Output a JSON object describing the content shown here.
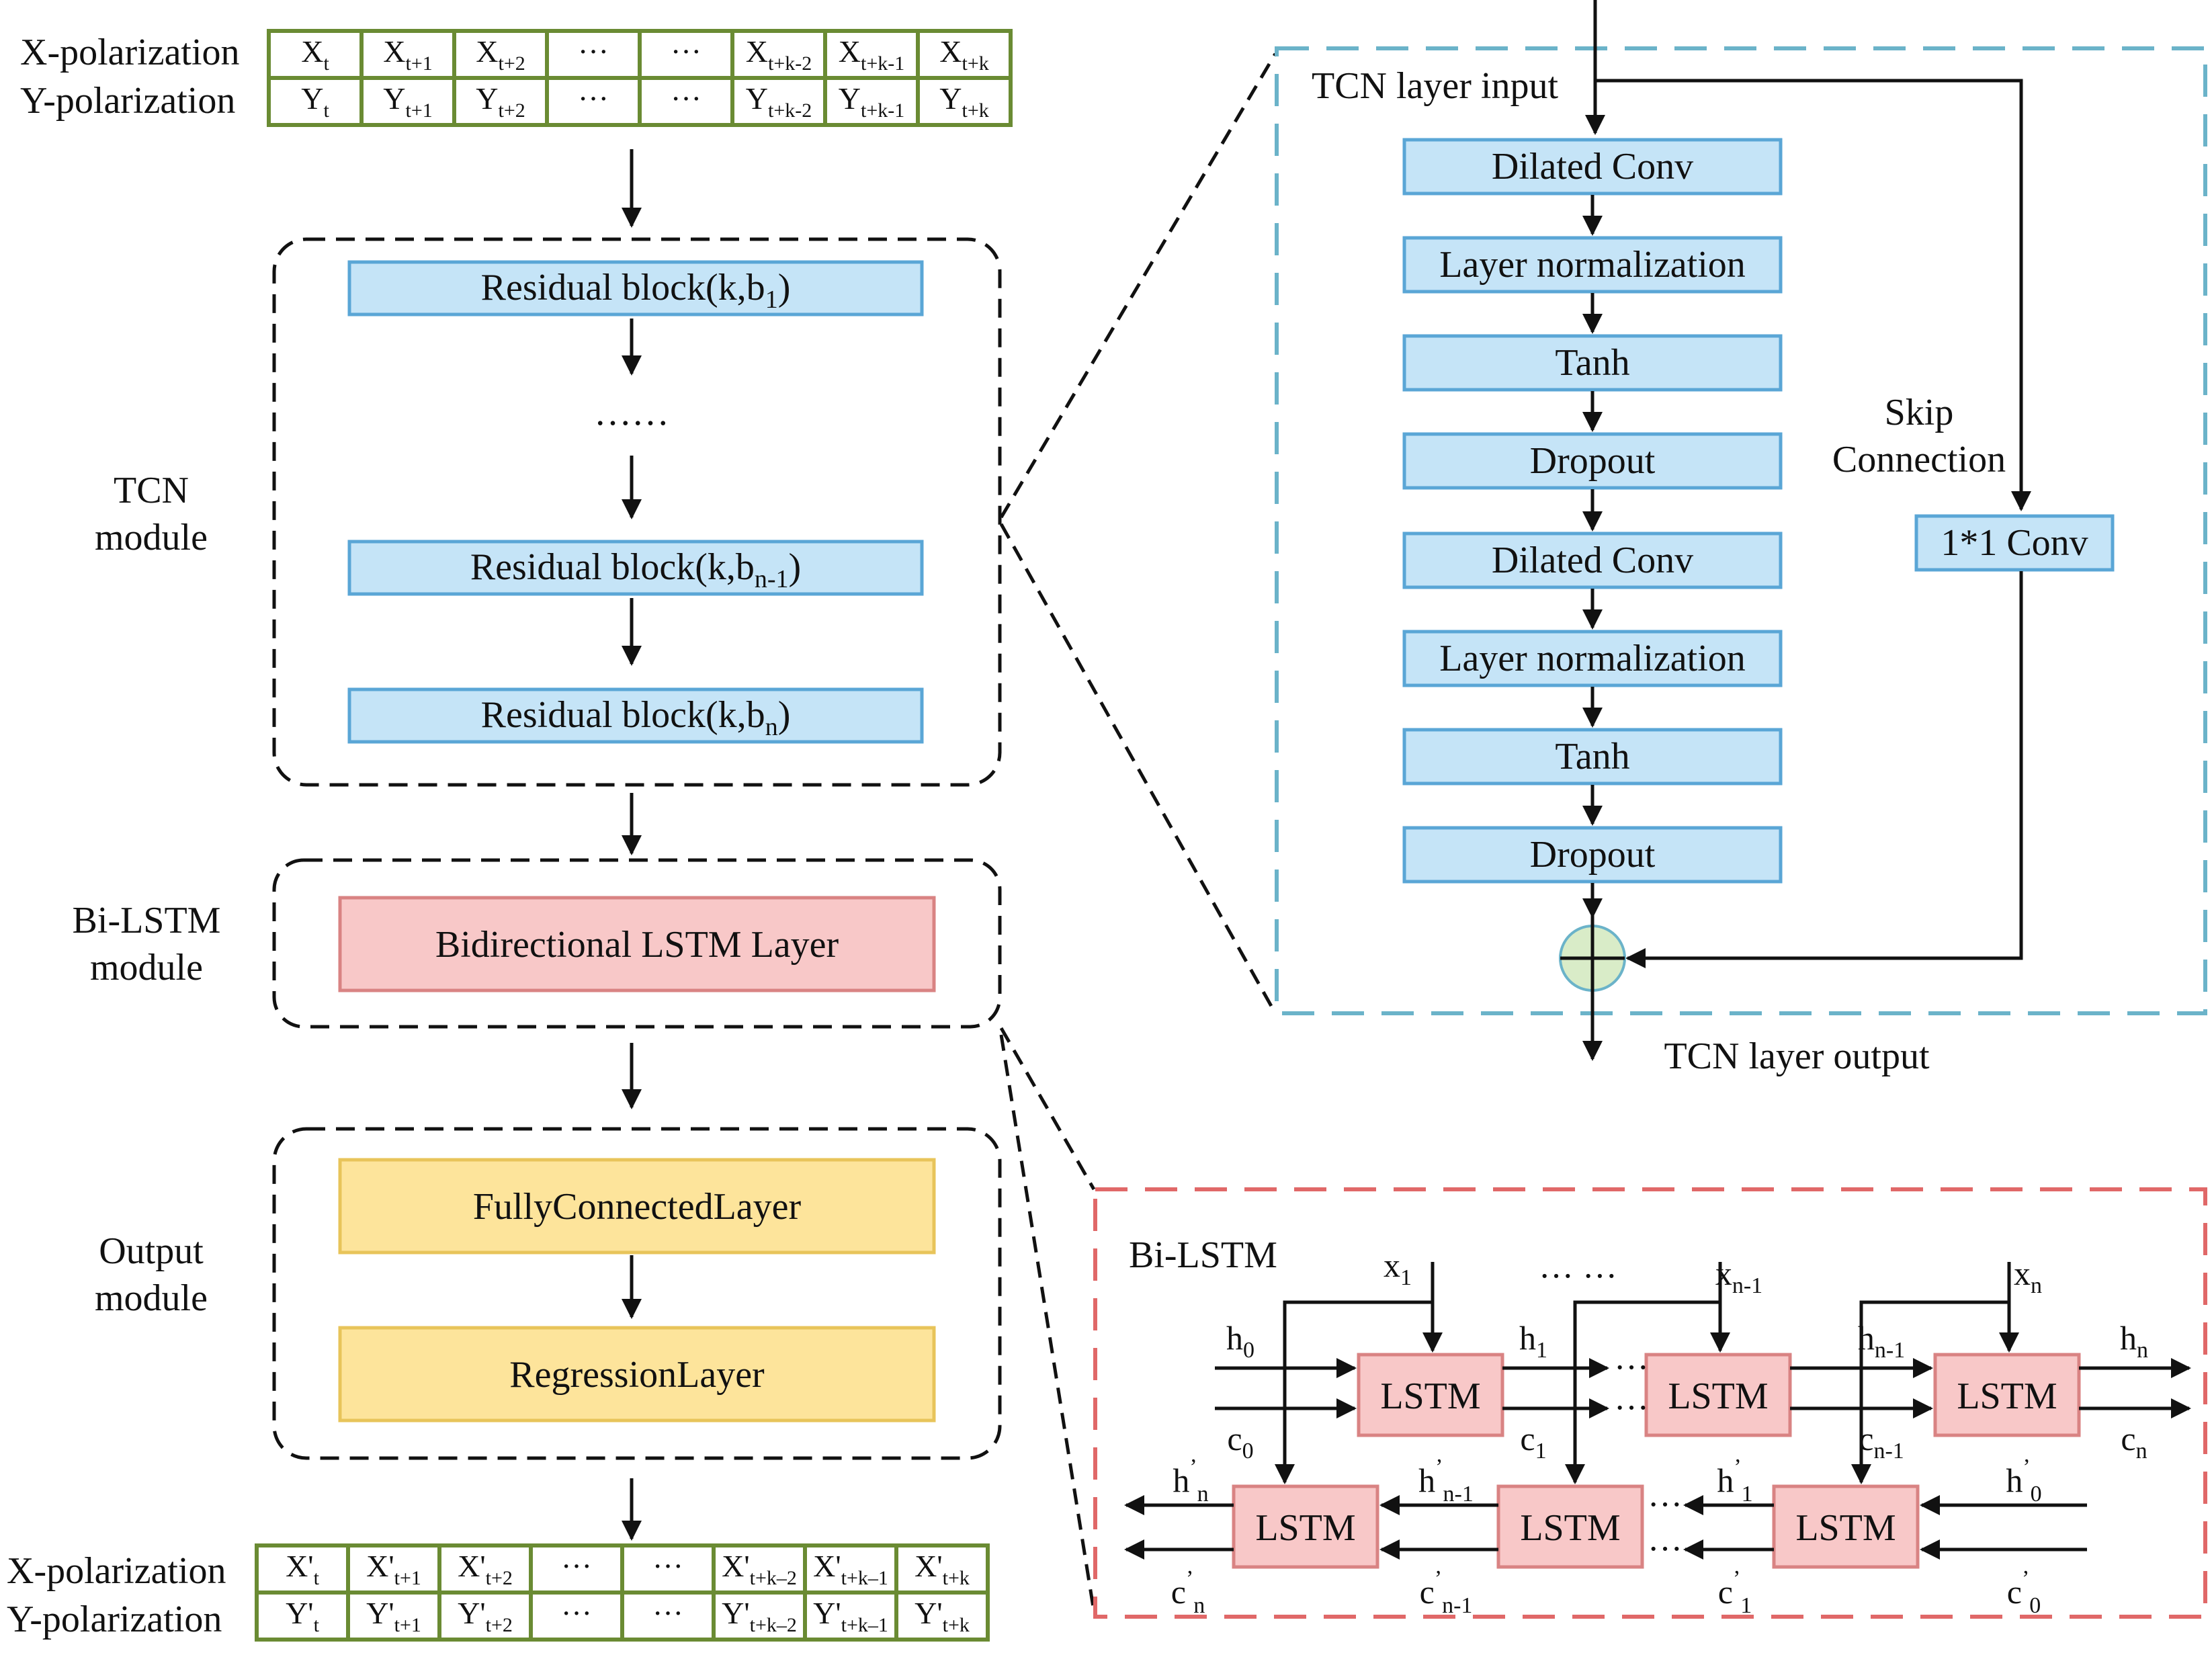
{
  "colors": {
    "input_table_border": "#6a8b33",
    "blue_box_fill": "#c5e4f7",
    "blue_box_stroke": "#5aa6d6",
    "pink_box_fill": "#f8c8c8",
    "pink_box_stroke": "#d98383",
    "yellow_box_fill": "#fde49b",
    "yellow_box_stroke": "#e8c45a",
    "tcn_detail_border": "#6bb3c9",
    "bilstm_detail_border": "#e06868",
    "adder_fill": "#d9ecc8"
  },
  "input_table": {
    "row_labels": [
      "X-polarization",
      "Y-polarization"
    ],
    "x_row": [
      {
        "base": "X",
        "sub": "t"
      },
      {
        "base": "X",
        "sub": "t+1"
      },
      {
        "base": "X",
        "sub": "t+2"
      },
      {
        "base": "···",
        "sub": ""
      },
      {
        "base": "···",
        "sub": ""
      },
      {
        "base": "X",
        "sub": "t+k-2"
      },
      {
        "base": "X",
        "sub": "t+k-1"
      },
      {
        "base": "X",
        "sub": "t+k"
      }
    ],
    "y_row": [
      {
        "base": "Y",
        "sub": "t"
      },
      {
        "base": "Y",
        "sub": "t+1"
      },
      {
        "base": "Y",
        "sub": "t+2"
      },
      {
        "base": "···",
        "sub": ""
      },
      {
        "base": "···",
        "sub": ""
      },
      {
        "base": "Y",
        "sub": "t+k-2"
      },
      {
        "base": "Y",
        "sub": "t+k-1"
      },
      {
        "base": "Y",
        "sub": "t+k"
      }
    ]
  },
  "tcn_module": {
    "label_line1": "TCN",
    "label_line2": "module",
    "block1": {
      "text": "Residual block(k,b",
      "sub": "1",
      "close": ")"
    },
    "ellipsis": "……",
    "block2": {
      "text": "Residual block(k,b",
      "sub": "n-1",
      "close": ")"
    },
    "block3": {
      "text": "Residual block(k,b",
      "sub": "n",
      "close": ")"
    }
  },
  "bilstm_module": {
    "label_line1": "Bi-LSTM",
    "label_line2": "module",
    "layer": "Bidirectional LSTM Layer"
  },
  "output_module": {
    "label_line1": "Output",
    "label_line2": "module",
    "fc": "FullyConnectedLayer",
    "regression": "RegressionLayer"
  },
  "output_table": {
    "row_labels": [
      "X-polarization",
      "Y-polarization"
    ],
    "x_row": [
      {
        "base": "X'",
        "sub": "t"
      },
      {
        "base": "X'",
        "sub": "t+1"
      },
      {
        "base": "X'",
        "sub": "t+2"
      },
      {
        "base": "···",
        "sub": ""
      },
      {
        "base": "···",
        "sub": ""
      },
      {
        "base": "X'",
        "sub": "t+k–2"
      },
      {
        "base": "X'",
        "sub": "t+k–1"
      },
      {
        "base": "X'",
        "sub": "t+k"
      }
    ],
    "y_row": [
      {
        "base": "Y'",
        "sub": "t"
      },
      {
        "base": "Y'",
        "sub": "t+1"
      },
      {
        "base": "Y'",
        "sub": "t+2"
      },
      {
        "base": "···",
        "sub": ""
      },
      {
        "base": "···",
        "sub": ""
      },
      {
        "base": "Y'",
        "sub": "t+k–2"
      },
      {
        "base": "Y'",
        "sub": "t+k–1"
      },
      {
        "base": "Y'",
        "sub": "t+k"
      }
    ]
  },
  "tcn_layer": {
    "input_label": "TCN layer input",
    "output_label": "TCN layer output",
    "steps": [
      "Dilated Conv",
      "Layer normalization",
      "Tanh",
      "Dropout",
      "Dilated Conv",
      "Layer normalization",
      "Tanh",
      "Dropout"
    ],
    "skip_line1": "Skip",
    "skip_line2": "Connection",
    "skip_conv": "1*1 Conv"
  },
  "bilstm_detail": {
    "title": "Bi-LSTM",
    "cell": "LSTM",
    "dots": "··· ···",
    "mid_dots": "···",
    "x1": {
      "base": "x",
      "sub": "1"
    },
    "xn1": {
      "base": "x",
      "sub": "n-1"
    },
    "xn": {
      "base": "x",
      "sub": "n"
    },
    "h0": {
      "base": "h",
      "sub": "0"
    },
    "c0": {
      "base": "c",
      "sub": "0"
    },
    "h1": {
      "base": "h",
      "sub": "1"
    },
    "c1": {
      "base": "c",
      "sub": "1"
    },
    "hn1": {
      "base": "h",
      "sub": "n-1"
    },
    "cn1": {
      "base": "c",
      "sub": "n-1"
    },
    "hn": {
      "base": "h",
      "sub": "n"
    },
    "cn": {
      "base": "c",
      "sub": "n"
    },
    "bh_n": {
      "base": "h",
      "sup": "’",
      "sub": "n"
    },
    "bc_n": {
      "base": "c",
      "sup": "’",
      "sub": "n"
    },
    "bh_n1": {
      "base": "h",
      "sup": "’",
      "sub": "n-1"
    },
    "bc_n1": {
      "base": "c",
      "sup": "’",
      "sub": "n-1"
    },
    "bh_1": {
      "base": "h",
      "sup": "’",
      "sub": "1"
    },
    "bc_1": {
      "base": "c",
      "sup": "’",
      "sub": "1"
    },
    "bh_0": {
      "base": "h",
      "sup": "’",
      "sub": "0"
    },
    "bc_0": {
      "base": "c",
      "sup": "’",
      "sub": "0"
    }
  }
}
